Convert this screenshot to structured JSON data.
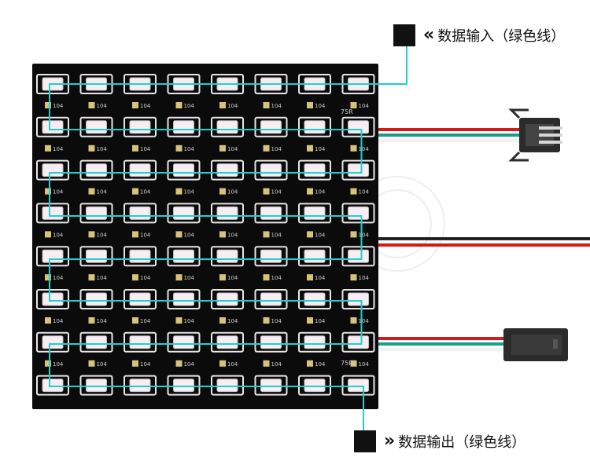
{
  "labels": {
    "input_text": "数据输入（绿色线）",
    "output_text": "数据输出（绿色线）",
    "input_chevron": "«",
    "output_chevron": "»"
  },
  "pcb": {
    "resistor_text": "104",
    "alt_text": "75R",
    "grid_rows": 8,
    "grid_cols": 8
  },
  "colors": {
    "board": "#0b0b0b",
    "pad": "#e7e7e7",
    "led_fill": "#f6eef2",
    "data_line": "#1fd0d0",
    "wire_red": "#d51a1a",
    "wire_green": "#1aa08a",
    "wire_white": "#f2f2f2",
    "wire_black": "#222222",
    "connector": "#2b2b2b"
  },
  "icons": [
    "black-square-icon",
    "double-chevron-left-icon",
    "double-chevron-right-icon"
  ]
}
